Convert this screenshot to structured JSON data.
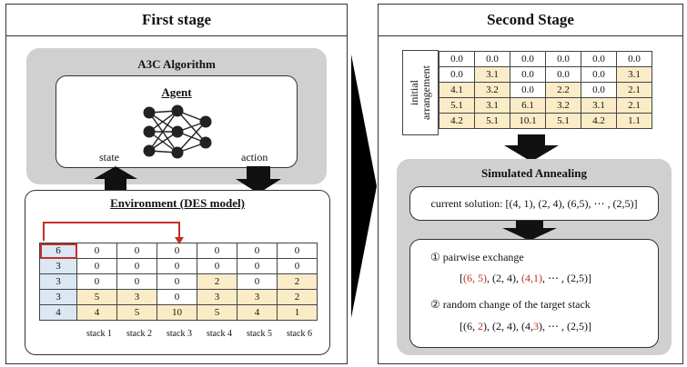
{
  "first_stage": {
    "title": "First stage",
    "a3c_title": "A3C Algorithm",
    "agent_label": "Agent",
    "state_label": "state",
    "action_label": "action",
    "env_title": "Environment (DES model)",
    "env_rows": [
      {
        "head": "6",
        "cells": [
          "0",
          "0",
          "0",
          "0",
          "0",
          "0"
        ],
        "yellow": [
          false,
          false,
          false,
          false,
          false,
          false
        ]
      },
      {
        "head": "3",
        "cells": [
          "0",
          "0",
          "0",
          "0",
          "0",
          "0"
        ],
        "yellow": [
          false,
          false,
          false,
          false,
          false,
          false
        ]
      },
      {
        "head": "3",
        "cells": [
          "0",
          "0",
          "0",
          "2",
          "0",
          "2"
        ],
        "yellow": [
          false,
          false,
          false,
          true,
          false,
          true
        ]
      },
      {
        "head": "3",
        "cells": [
          "5",
          "3",
          "0",
          "3",
          "3",
          "2"
        ],
        "yellow": [
          true,
          true,
          false,
          true,
          true,
          true
        ]
      },
      {
        "head": "4",
        "cells": [
          "4",
          "5",
          "10",
          "5",
          "4",
          "1"
        ],
        "yellow": [
          true,
          true,
          true,
          true,
          true,
          true
        ]
      }
    ],
    "stack_labels": [
      "stack 1",
      "stack 2",
      "stack 3",
      "stack 4",
      "stack 5",
      "stack 6"
    ]
  },
  "second_stage": {
    "title": "Second Stage",
    "initial_label_1": "initial",
    "initial_label_2": "arrangement",
    "init_rows": [
      {
        "cells": [
          "0.0",
          "0.0",
          "0.0",
          "0.0",
          "0.0",
          "0.0"
        ],
        "yellow": false
      },
      {
        "cells": [
          "0.0",
          "3.1",
          "0.0",
          "0.0",
          "0.0",
          "3.1"
        ],
        "yellow": false,
        "yellow_cols": [
          1,
          5
        ]
      },
      {
        "cells": [
          "4.1",
          "3.2",
          "0.0",
          "2.2",
          "0.0",
          "2.1"
        ],
        "yellow": false,
        "yellow_cols": [
          0,
          1,
          3,
          5
        ]
      },
      {
        "cells": [
          "5.1",
          "3.1",
          "6.1",
          "3.2",
          "3.1",
          "2.1"
        ],
        "yellow": true
      },
      {
        "cells": [
          "4.2",
          "5.1",
          "10.1",
          "5.1",
          "4.2",
          "1.1"
        ],
        "yellow": true
      }
    ],
    "sa_title": "Simulated Annealing",
    "current_solution": "current solution: [(4, 1), (2, 4), (6,5), ⋯ , (2,5)]",
    "pairwise_label": "① pairwise exchange",
    "pairwise_parts": [
      {
        "t": "[",
        "red": false
      },
      {
        "t": "(6, 5)",
        "red": true
      },
      {
        "t": ", (2, 4), ",
        "red": false
      },
      {
        "t": "(4,1)",
        "red": true
      },
      {
        "t": ", ⋯ , (2,5)]",
        "red": false
      }
    ],
    "random_label": "② random change of the target stack",
    "random_parts": [
      {
        "t": "[(6, ",
        "red": false
      },
      {
        "t": "2",
        "red": true
      },
      {
        "t": "), (2, 4), (4,",
        "red": false
      },
      {
        "t": "3",
        "red": true
      },
      {
        "t": "), ⋯ , (2,5)]",
        "red": false
      }
    ]
  },
  "colors": {
    "yellow": "#fbecc8",
    "blue": "#dbe7f3",
    "red": "#c0302a",
    "gray": "#d0d0d0"
  }
}
